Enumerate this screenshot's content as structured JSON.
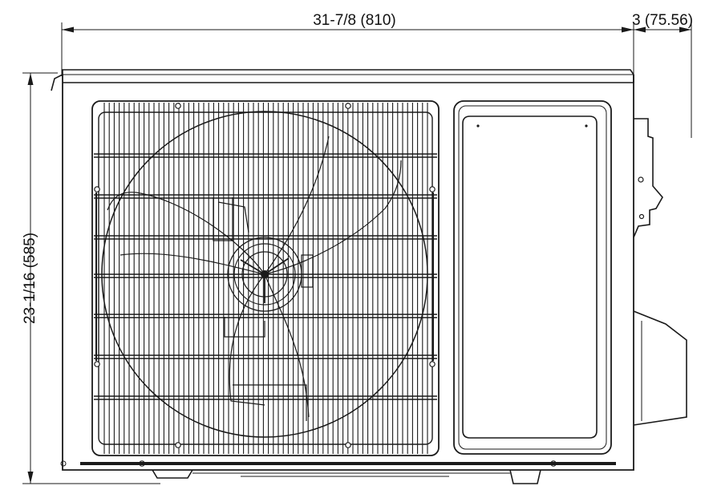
{
  "dimensions": {
    "width_label": "31-7/8 (810)",
    "depth_label": "3 (75.56)",
    "height_label": "23-1/16 (585)"
  },
  "colors": {
    "line": "#1a1a1a",
    "background": "#ffffff"
  }
}
